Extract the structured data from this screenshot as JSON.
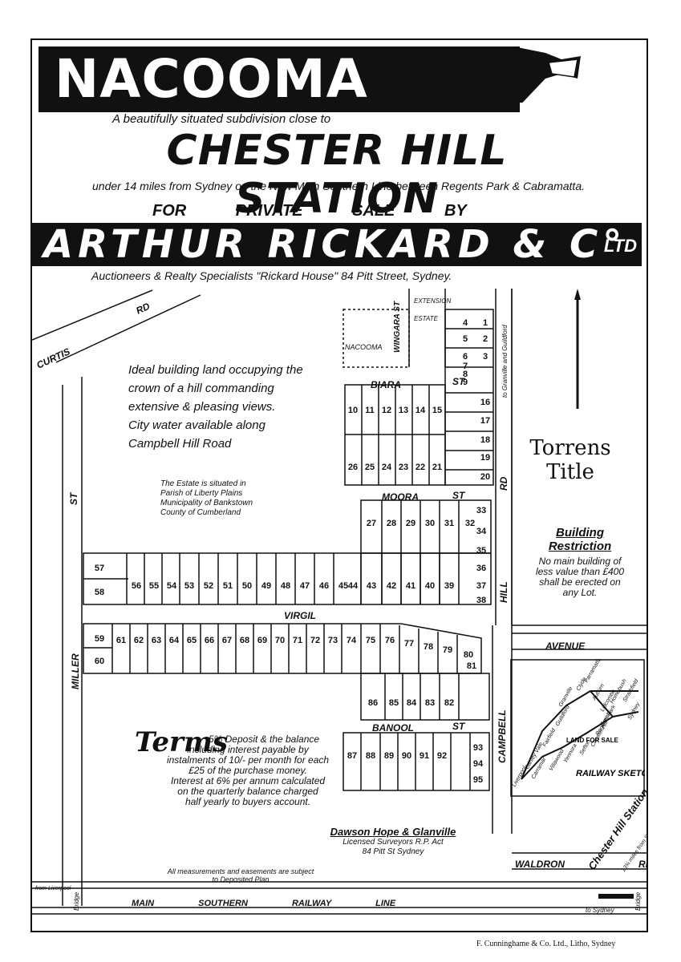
{
  "header": {
    "title": "NACOOMA ESTATE",
    "subtitle": "A beautifully situated subdivision close to",
    "station": "CHESTER HILL STATION",
    "location": "under 14 miles from Sydney on the New Main Southern Line between Regents Park & Cabramatta.",
    "for_sale": "FOR PRIVATE SALE BY",
    "agent": "ARTHUR RICKARD & C°",
    "agent_suffix": "LTD",
    "agent_address": "Auctioneers & Realty Specialists \"Rickard House\" 84 Pitt Street, Sydney."
  },
  "description": {
    "lines": [
      "Ideal building land occupying the",
      "crown of a hill commanding",
      "extensive & pleasing views.",
      "City water available along",
      "Campbell Hill Road"
    ]
  },
  "parish_note": [
    "The Estate is situated in",
    "Parish of Liberty Plains",
    "Municipality of Bankstown",
    "County of Cumberland"
  ],
  "torrens": [
    "Torrens",
    "Title"
  ],
  "restriction": {
    "title": "Building Restriction",
    "lines": [
      "No main building of",
      "less value than £400",
      "shall be erected on",
      "any Lot."
    ]
  },
  "terms": {
    "title": "Terms",
    "lines": [
      "5% Deposit & the balance",
      "including interest payable by",
      "instalments of 10/- per month for each",
      "£25 of the purchase money.",
      "Interest at 6% per annum calculated",
      "on the quarterly balance charged",
      "half yearly to buyers account."
    ]
  },
  "surveyors": {
    "name": "Dawson Hope & Glanville",
    "line1": "Licensed Surveyors R.P. Act",
    "line2": "84 Pitt St Sydney"
  },
  "measurements_note": [
    "All measurements and easements are subject",
    "to Deposited Plan"
  ],
  "printer": "F. Cunninghame & Co. Ltd., Litho, Sydney",
  "streets": {
    "curtis": "CURTIS",
    "curtis_rd": "RD",
    "miller": "MILLER",
    "miller_st": "ST",
    "wingara": "WINGARA ST",
    "biara": "BIARA",
    "biara_st": "ST",
    "moora": "MOORA",
    "moora_st": "ST",
    "virgil": "VIRGIL",
    "avenue": "AVENUE",
    "banool": "BANOOL",
    "banool_st": "ST",
    "campbell": "CAMPBELL",
    "hill": "HILL",
    "hill_rd": "RD",
    "waldron": "WALDRON",
    "waldron_rd": "RD",
    "railway": "MAIN SOUTHERN RAILWAY LINE",
    "to_sydney": "to Sydney",
    "from_liverpool": "from Liverpool",
    "bridge": "Bridge",
    "chester_hill": "Chester Hill Station",
    "to_granville": "to Granville and Guildford",
    "miles_note": "13¾ miles from Sydney",
    "nacooma": "NACOOMA",
    "extension": "EXTENSION",
    "estate": "ESTATE"
  },
  "railway_sketch": {
    "title": "RAILWAY SKETCH",
    "land": "LAND FOR SALE",
    "places": [
      "Liverpool",
      "Canley Vale",
      "Fairfield",
      "Guildford",
      "Granville",
      "Clyde",
      "Auburn",
      "Lidcombe",
      "Homebush",
      "Strathfield",
      "Regents Park",
      "Chester Hill",
      "Sefton",
      "Berala",
      "Carramar",
      "Villawood",
      "Yennora",
      "Parramatta",
      "Sydney"
    ]
  },
  "lots": {
    "block_a": [
      "10",
      "11",
      "12",
      "13",
      "14",
      "15",
      "26",
      "25",
      "24",
      "23",
      "22",
      "21"
    ],
    "block_b": [
      "1",
      "2",
      "3",
      "4",
      "5",
      "6",
      "7",
      "8",
      "9",
      "16",
      "17",
      "18",
      "19",
      "20"
    ],
    "block_c": [
      "27",
      "28",
      "29",
      "30",
      "31",
      "32",
      "33",
      "34",
      "35",
      "36",
      "37",
      "38"
    ],
    "block_d": [
      "57",
      "58",
      "56",
      "55",
      "54",
      "53",
      "52",
      "51",
      "50",
      "49",
      "48",
      "47",
      "46",
      "45",
      "44",
      "43",
      "42",
      "41",
      "40",
      "39"
    ],
    "block_e": [
      "59",
      "60",
      "61",
      "62",
      "63",
      "64",
      "65",
      "66",
      "67",
      "68",
      "69",
      "70",
      "71",
      "72",
      "73",
      "74",
      "75",
      "76",
      "77",
      "78",
      "79",
      "80",
      "81"
    ],
    "block_f": [
      "86",
      "85",
      "84",
      "83",
      "82"
    ],
    "block_g": [
      "87",
      "88",
      "89",
      "90",
      "91",
      "92",
      "93",
      "94",
      "95"
    ]
  },
  "colors": {
    "ink": "#111111",
    "paper": "#ffffff"
  }
}
